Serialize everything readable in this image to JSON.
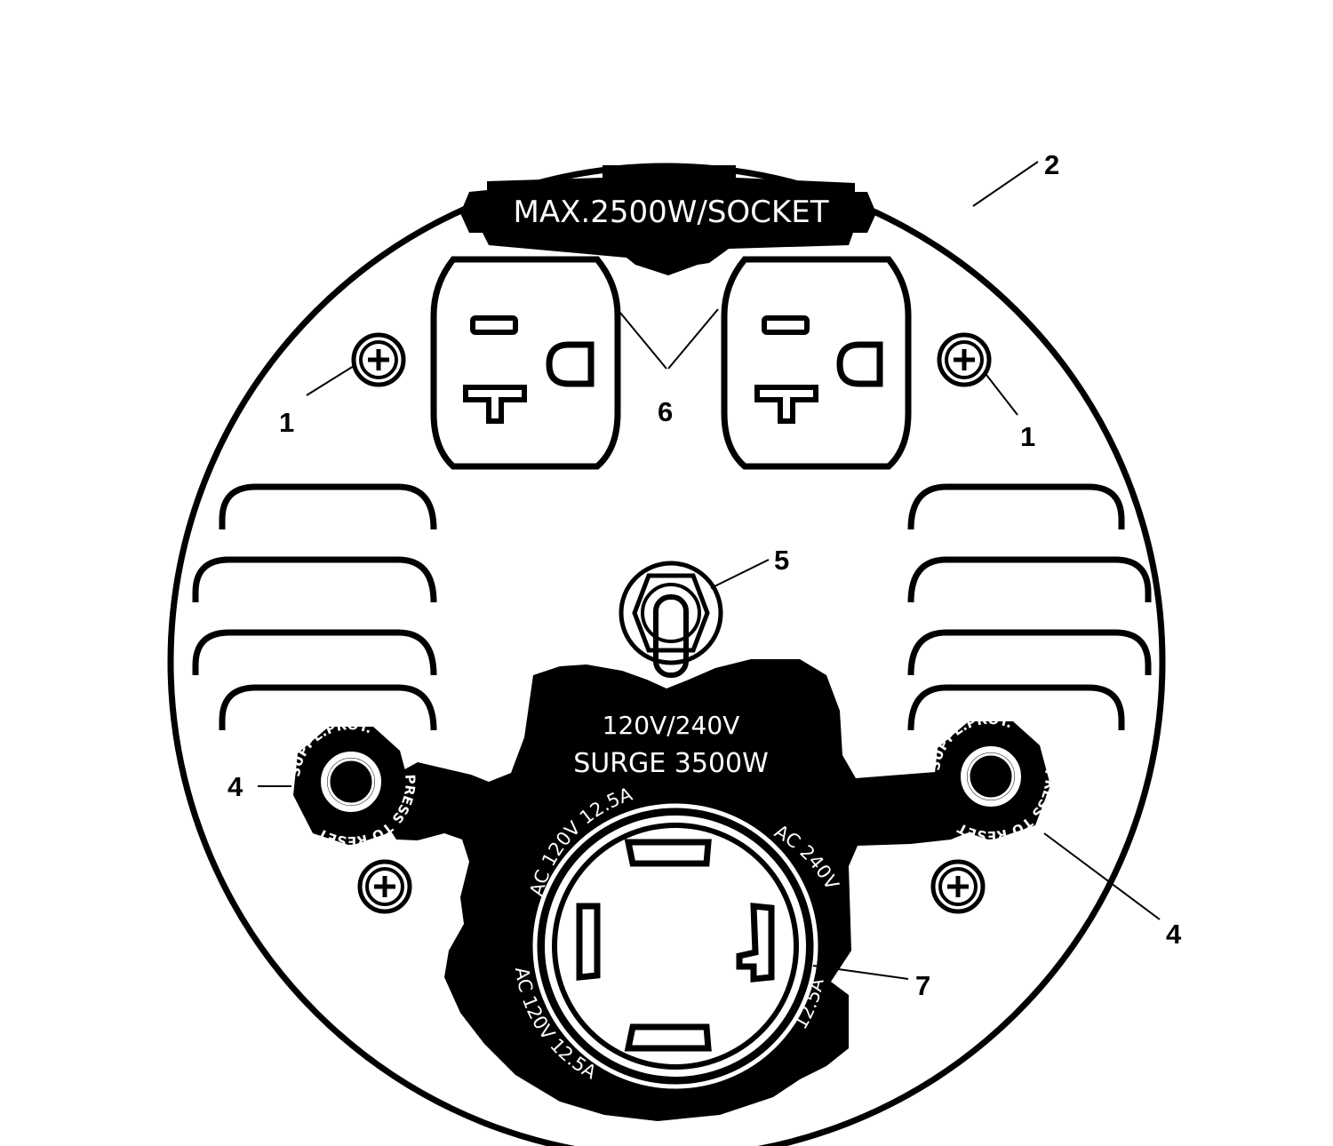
{
  "panel": {
    "max_label": "MAX.2500W/SOCKET",
    "voltage_label": "120V/240V",
    "surge_label": "SURGE 3500W",
    "twist_lock_ring": {
      "upper_left": "AC 120V 12.5A",
      "upper_right": "AC 240V",
      "lower_left": "AC 120V 12.5A",
      "lower_right": "12.5A"
    },
    "breaker_ring": {
      "top": "SUPPL.PROT.",
      "bottom": "PRESS TO RESET"
    }
  },
  "callouts": {
    "screw_left": "1",
    "screw_right": "1",
    "panel": "2",
    "breaker_left": "4",
    "breaker_right": "4",
    "switch": "5",
    "outlets": "6",
    "twist_lock": "7"
  },
  "colors": {
    "ink": "#000000",
    "paper": "#ffffff"
  }
}
